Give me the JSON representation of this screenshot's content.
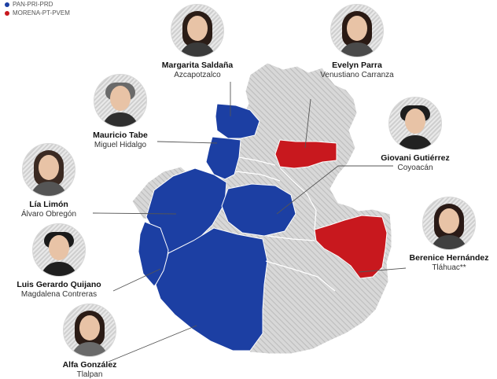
{
  "legend": {
    "items": [
      {
        "label": "PAN-PRI-PRD",
        "color": "#1c3fa3"
      },
      {
        "label": "MORENA-PT-PVEM",
        "color": "#c8181e"
      }
    ]
  },
  "colors": {
    "opposition": "#1c3fa3",
    "morena": "#c8181e",
    "other": "#cfcfcf"
  },
  "people": [
    {
      "name": "Margarita Saldaña",
      "district": "Azcapotzalco",
      "party": "PAN-PRI-PRD",
      "icon": "woman-portrait-icon"
    },
    {
      "name": "Evelyn Parra",
      "district": "Venustiano Carranza",
      "party": "MORENA-PT-PVEM",
      "icon": "woman-portrait-icon"
    },
    {
      "name": "Mauricio Tabe",
      "district": "Miguel Hidalgo",
      "party": "PAN-PRI-PRD",
      "icon": "man-portrait-icon"
    },
    {
      "name": "Giovani Gutiérrez",
      "district": "Coyoacán",
      "party": "PAN-PRI-PRD",
      "icon": "man-portrait-icon"
    },
    {
      "name": "Lía Limón",
      "district": "Álvaro Obregón",
      "party": "PAN-PRI-PRD",
      "icon": "woman-portrait-icon"
    },
    {
      "name": "Berenice Hernández",
      "district": "Tláhuac**",
      "party": "MORENA-PT-PVEM",
      "icon": "woman-portrait-icon"
    },
    {
      "name": "Luis Gerardo Quijano",
      "district": "Magdalena Contreras",
      "party": "PAN-PRI-PRD",
      "icon": "man-portrait-icon"
    },
    {
      "name": "Alfa González",
      "district": "Tlalpan",
      "party": "PAN-PRI-PRD",
      "icon": "woman-portrait-icon"
    }
  ]
}
